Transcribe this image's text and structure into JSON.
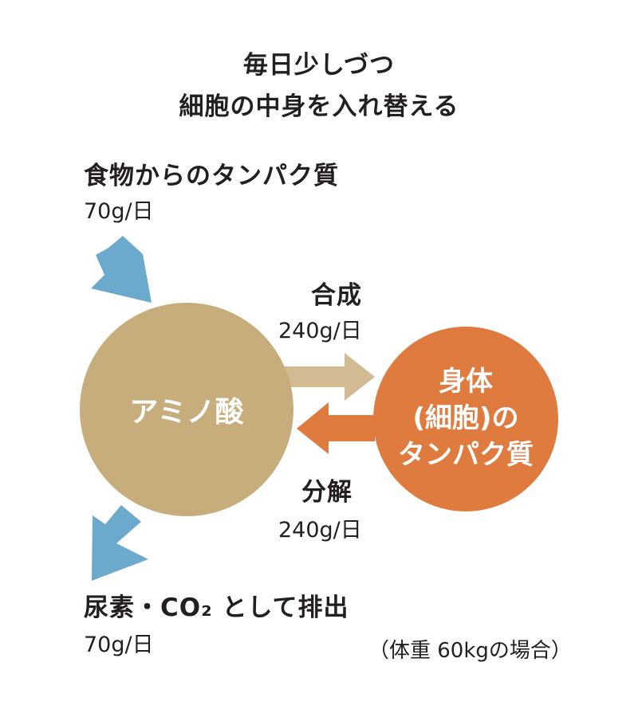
{
  "title": {
    "line1": "毎日少しづつ",
    "line2": "細胞の中身を入れ替える"
  },
  "input": {
    "label": "食物からのタンパク質",
    "rate": "70g/日"
  },
  "amino_acid": {
    "label": "アミノ酸"
  },
  "body_protein": {
    "line1": "身体",
    "line2": "(細胞)の",
    "line3": "タンパク質"
  },
  "synthesis": {
    "label": "合成",
    "rate": "240g/日"
  },
  "breakdown": {
    "label": "分解",
    "rate": "240g/日"
  },
  "output": {
    "label": "尿素・CO₂ として排出",
    "rate": "70g/日"
  },
  "note": "（体重 60kgの場合）",
  "colors": {
    "amino_circle": "#c7ac7c",
    "body_circle": "#e07b40",
    "intake_arrow": "#6ba9cd",
    "synthesis_arrow": "#d2bb92",
    "breakdown_arrow": "#e07b40"
  }
}
